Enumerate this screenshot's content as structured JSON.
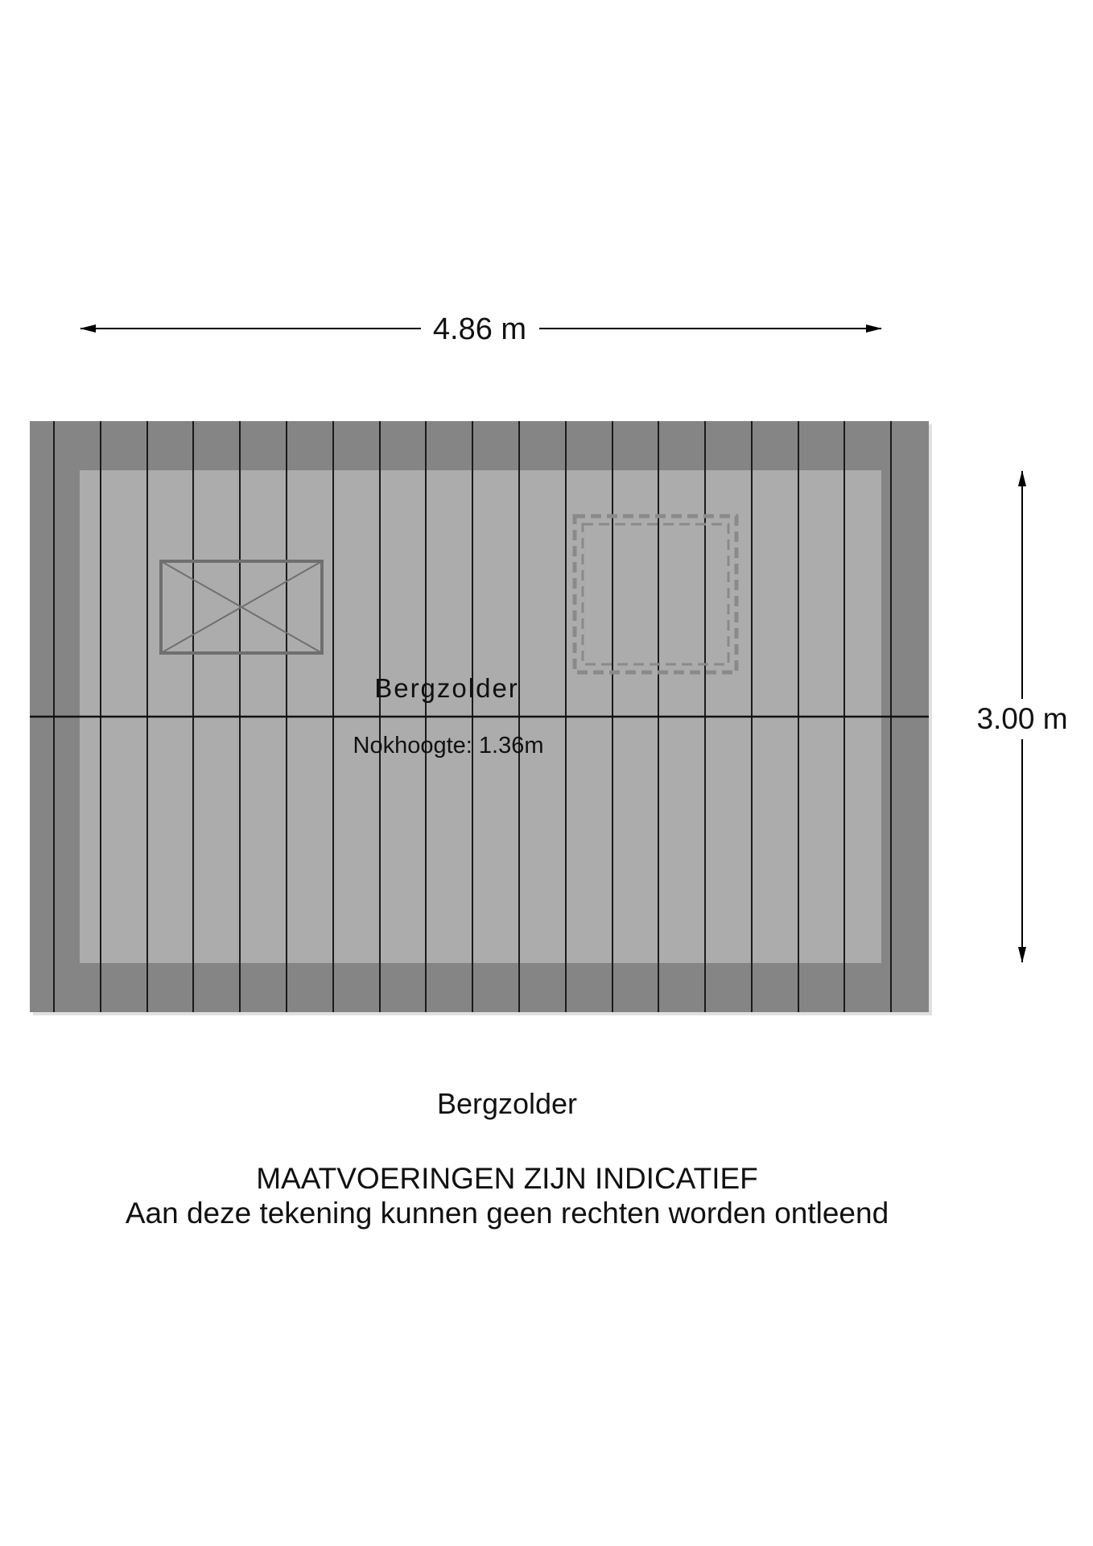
{
  "dimensions": {
    "width_label": "4.86 m",
    "depth_label": "3.00 m"
  },
  "room": {
    "name": "Bergzolder",
    "ridge_height": "Nokhoogte: 1.36m"
  },
  "caption": {
    "floor_name": "Bergzolder",
    "disclaimer_title": "MAATVOERINGEN ZIJN INDICATIEF",
    "disclaimer_text": "Aan deze tekening kunnen geen rechten worden ontleend"
  },
  "colors": {
    "roof_outer": "#858585",
    "floor_usable": "#acacac",
    "rafter_line": "#1a1a1a",
    "dimension_line": "#000000",
    "dashed_outline": "#8a8a8a"
  }
}
